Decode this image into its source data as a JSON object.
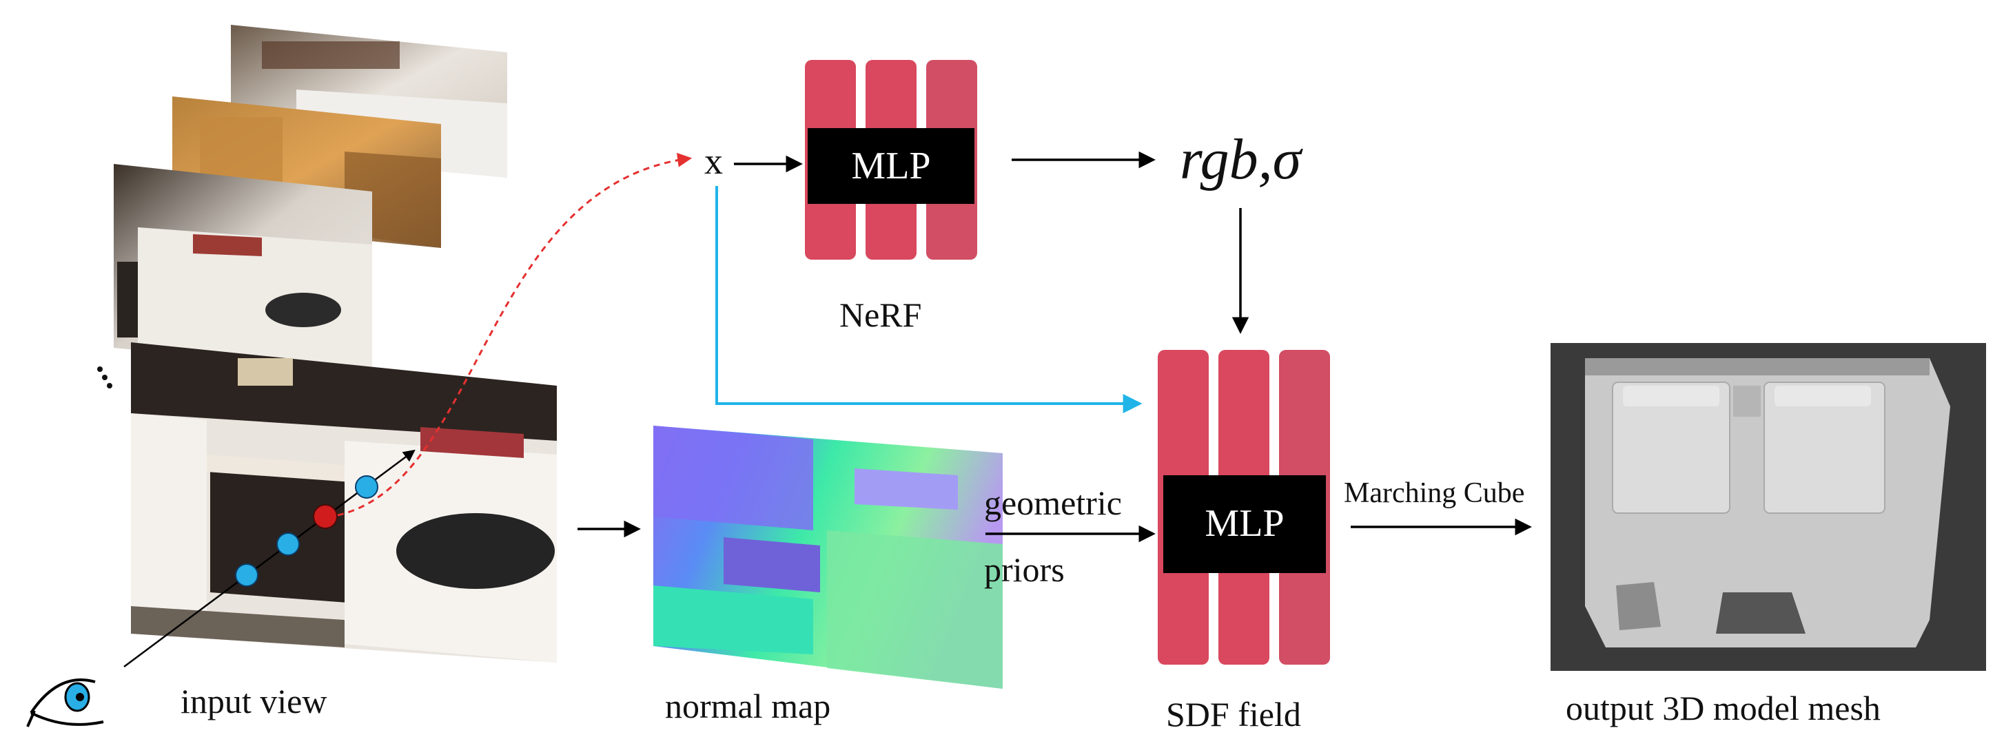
{
  "labels": {
    "input_view": "input view",
    "normal_map": "normal map",
    "sdf_field": "SDF field",
    "output_mesh": "output 3D model mesh",
    "nerf": "NeRF",
    "mlp_top": "MLP",
    "mlp_bottom": "MLP",
    "x_var": "x",
    "rgb_sigma": "rgb,σ",
    "geometric": "geometric",
    "priors": "priors",
    "marching_cube": "Marching Cube",
    "ellipsis": "⋮"
  },
  "colors": {
    "mlp_bar": "#d9485e",
    "mlp_block": "#000000",
    "ray_sample": "#29aee6",
    "ray_point": "#d01c1c",
    "dashed_arrow": "#e53030",
    "blue_arrow": "#20b4e8",
    "arrow": "#000000",
    "mesh_background": "#3a3a3a",
    "mesh_surface": "#c9c9c9"
  },
  "icons": {
    "camera_eye": "eye-icon"
  }
}
